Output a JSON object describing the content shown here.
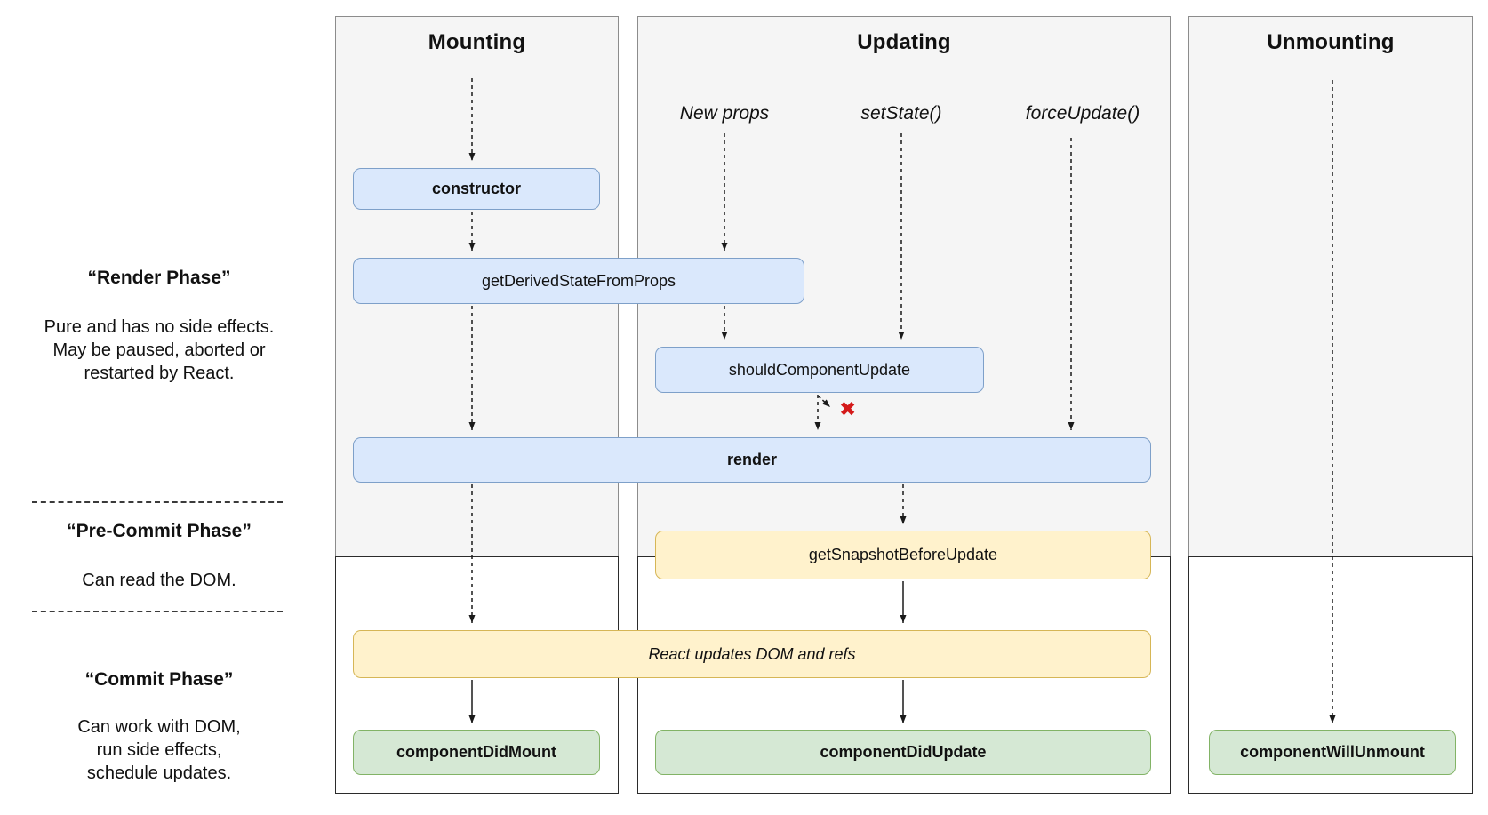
{
  "columns": [
    {
      "title": "Mounting"
    },
    {
      "title": "Updating",
      "triggers": [
        "New props",
        "setState()",
        "forceUpdate()"
      ]
    },
    {
      "title": "Unmounting"
    }
  ],
  "phases": [
    {
      "title": "“Render Phase”",
      "lines": [
        "Pure and has no side effects.",
        "May be paused, aborted or",
        "restarted by React."
      ]
    },
    {
      "title": "“Pre-Commit Phase”",
      "lines": [
        "Can read the DOM."
      ]
    },
    {
      "title": "“Commit Phase”",
      "lines": [
        "Can work with DOM,",
        "run side effects,",
        "schedule updates."
      ]
    }
  ],
  "methods": {
    "constructor": "constructor",
    "getDerivedStateFromProps": "getDerivedStateFromProps",
    "shouldComponentUpdate": "shouldComponentUpdate",
    "render": "render",
    "getSnapshotBeforeUpdate": "getSnapshotBeforeUpdate",
    "reactUpdates": "React updates DOM and refs",
    "componentDidMount": "componentDidMount",
    "componentDidUpdate": "componentDidUpdate",
    "componentWillUnmount": "componentWillUnmount"
  },
  "icons": {
    "blocked_x": "✖"
  },
  "colors": {
    "lifecycle_box_fill": "#dae8fc",
    "lifecycle_box_border": "#7ea0c9",
    "side_effect_box_fill": "#fff2cc",
    "side_effect_box_border": "#d6b656",
    "commit_box_fill": "#d5e8d4",
    "commit_box_border": "#82b366",
    "render_phase_bg": "#f5f5f5",
    "blocked_x_color": "#d41a1a"
  }
}
